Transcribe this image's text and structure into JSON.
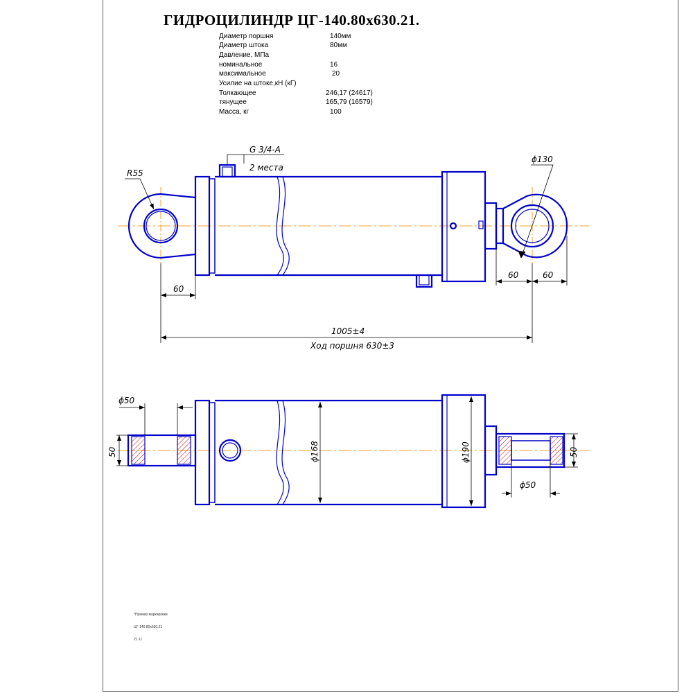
{
  "title": "ГИДРОЦИЛИНДР  ЦГ-140.80х630.21.",
  "specs": [
    {
      "label": "Диаметр поршня",
      "value": "140мм"
    },
    {
      "label": "Диаметр штока",
      "value": "80мм"
    },
    {
      "label": "Давление, МПа",
      "value": ""
    },
    {
      "label": "номинальное",
      "value": "16"
    },
    {
      "label": "максимальное",
      "value": "20"
    },
    {
      "label": "Усилие на штоке,кН (кГ)",
      "value": ""
    },
    {
      "label": "Толкающее",
      "value": "246,17  (24617)"
    },
    {
      "label": "тянущее",
      "value": "165,79   (16579)"
    },
    {
      "label": "Масса, кг",
      "value": "100"
    }
  ],
  "dimensions": {
    "port": "G 3/4-A",
    "port_count": "2 места",
    "radius": "R55",
    "eye_diameter": "ϕ130",
    "left_offset": "60",
    "right_offset_1": "60",
    "right_offset_2": "60",
    "overall_length": "1005±4",
    "stroke": "Ход поршня 630±3",
    "pin_left": "ϕ50",
    "width_left": "50",
    "barrel_diameter": "ϕ168",
    "head_diameter": "ϕ190",
    "width_right": "50",
    "pin_right": "ϕ50"
  },
  "marking": {
    "line1": "*Пример маркировки",
    "line2": "ЦГ-140.80х630.21",
    "line3": "21.11"
  },
  "colors": {
    "outline": "#0000cc",
    "centerline": "#f0a030",
    "dimension": "#000000",
    "hatch": "#cc0000"
  }
}
